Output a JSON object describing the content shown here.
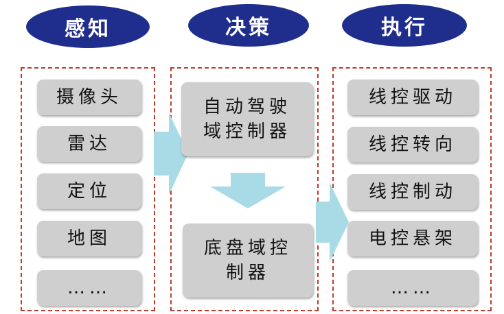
{
  "headers": {
    "perception": "感知",
    "decision": "决策",
    "execution": "执行"
  },
  "perception_items": [
    "摄像头",
    "雷达",
    "定位",
    "地图",
    "……"
  ],
  "decision_boxes": {
    "adas_line1": "自动驾驶",
    "adas_line2": "域控制器",
    "chassis_line1": "底盘域控",
    "chassis_line2": "制器"
  },
  "execution_items": [
    "线控驱动",
    "线控转向",
    "线控制动",
    "电控悬架",
    "……"
  ],
  "colors": {
    "header_fill": "#1f2d8c",
    "panel_border": "#c0392b",
    "box_fill": "#cfcfcf",
    "arrow_fill": "#a9dbe6"
  }
}
